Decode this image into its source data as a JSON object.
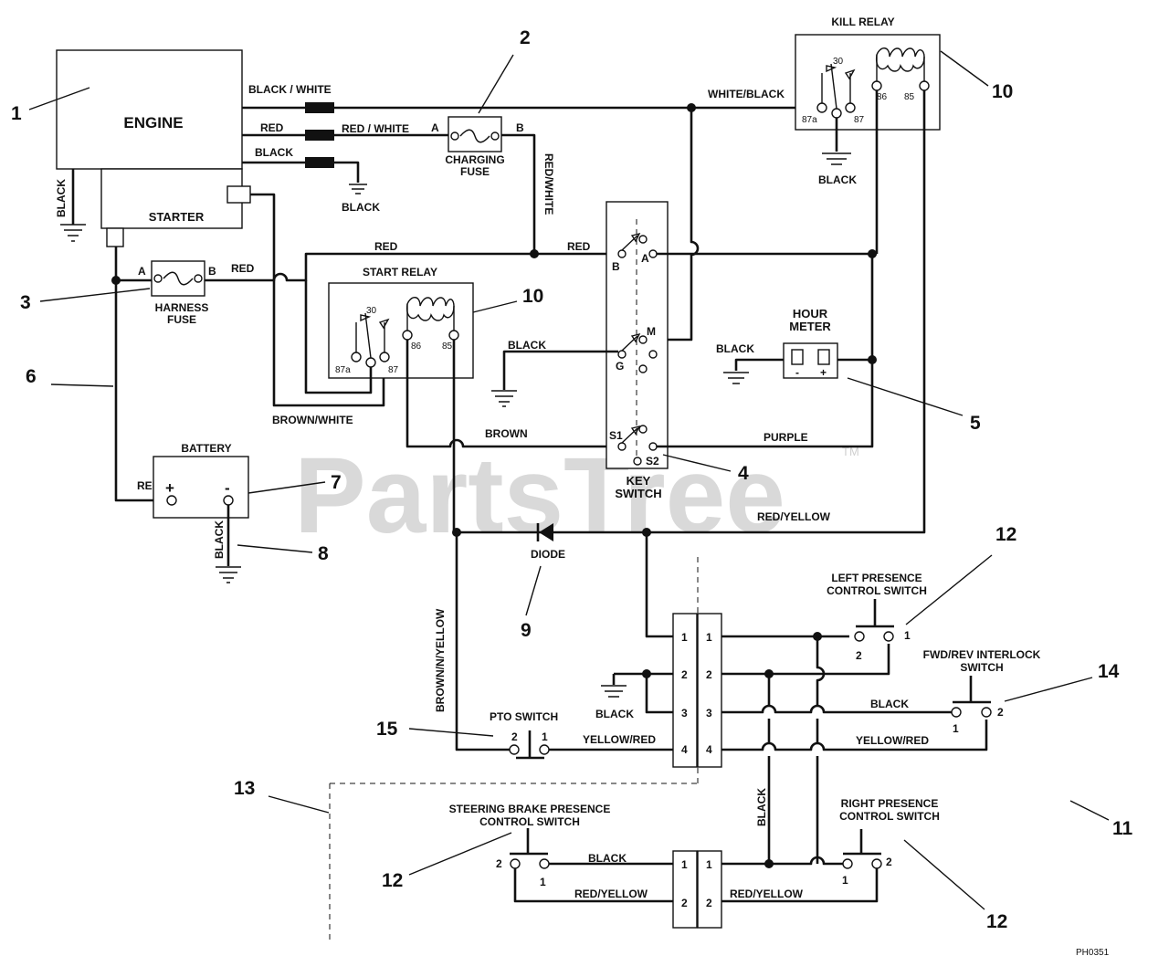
{
  "components": {
    "engine": "ENGINE",
    "starter": "STARTER",
    "charging_fuse": [
      "CHARGING",
      "FUSE"
    ],
    "harness_fuse": [
      "HARNESS",
      "FUSE"
    ],
    "start_relay": "START RELAY",
    "kill_relay": "KILL RELAY",
    "hour_meter": [
      "HOUR",
      "METER"
    ],
    "battery": "BATTERY",
    "key_switch": [
      "KEY",
      "SWITCH"
    ],
    "diode": "DIODE",
    "pto_switch": "PTO SWITCH",
    "left_presence": [
      "LEFT PRESENCE",
      "CONTROL SWITCH"
    ],
    "fwd_rev": [
      "FWD/REV INTERLOCK",
      "SWITCH"
    ],
    "right_presence": [
      "RIGHT PRESENCE",
      "CONTROL SWITCH"
    ],
    "steering_brake": [
      "STEERING BRAKE PRESENCE",
      "CONTROL SWITCH"
    ]
  },
  "wires": {
    "black_white": "BLACK / WHITE",
    "red": "RED",
    "red_white": "RED / WHITE",
    "black": "BLACK",
    "white_black": "WHITE/BLACK",
    "red_white_v": "RED/WHITE",
    "brown_white": "BROWN/WHITE",
    "brown": "BROWN",
    "purple": "PURPLE",
    "red_yellow": "RED/YELLOW",
    "brown_n_yellow": "BROWN/N/YELLOW",
    "yellow_red": "YELLOW/RED"
  },
  "pins": {
    "a": "A",
    "b": "B",
    "g": "G",
    "m": "M",
    "s1": "S1",
    "s2": "S2",
    "r30": "30",
    "r87a": "87a",
    "r87": "87",
    "r86": "86",
    "r85": "85",
    "plus": "+",
    "minus": "-",
    "p1": "1",
    "p2": "2",
    "p3": "3",
    "p4": "4"
  },
  "callouts": {
    "c1": "1",
    "c2": "2",
    "c3": "3",
    "c4": "4",
    "c5": "5",
    "c6": "6",
    "c7": "7",
    "c8": "8",
    "c9": "9",
    "c10": "10",
    "c11": "11",
    "c12": "12",
    "c13": "13",
    "c14": "14",
    "c15": "15"
  },
  "watermark": "PartsTree",
  "trademark": "TM",
  "drawing_id": "PH0351"
}
